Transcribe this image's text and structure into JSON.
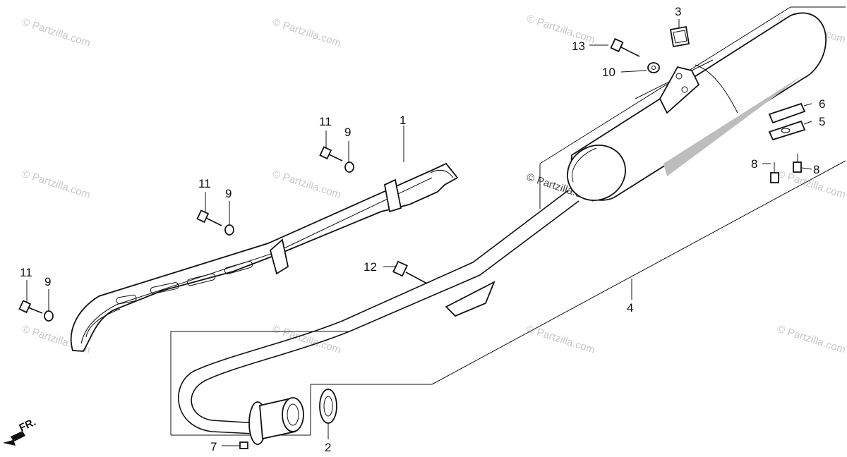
{
  "watermark": "© Partzilla.com",
  "direction_marker": "FR.",
  "callouts": {
    "c1": "1",
    "c2": "2",
    "c3": "3",
    "c4": "4",
    "c5": "5",
    "c6": "6",
    "c7": "7",
    "c8a": "8",
    "c8b": "8",
    "c9a": "9",
    "c9b": "9",
    "c9c": "9",
    "c10": "10",
    "c11a": "11",
    "c11b": "11",
    "c11c": "11",
    "c12": "12",
    "c13": "13"
  }
}
